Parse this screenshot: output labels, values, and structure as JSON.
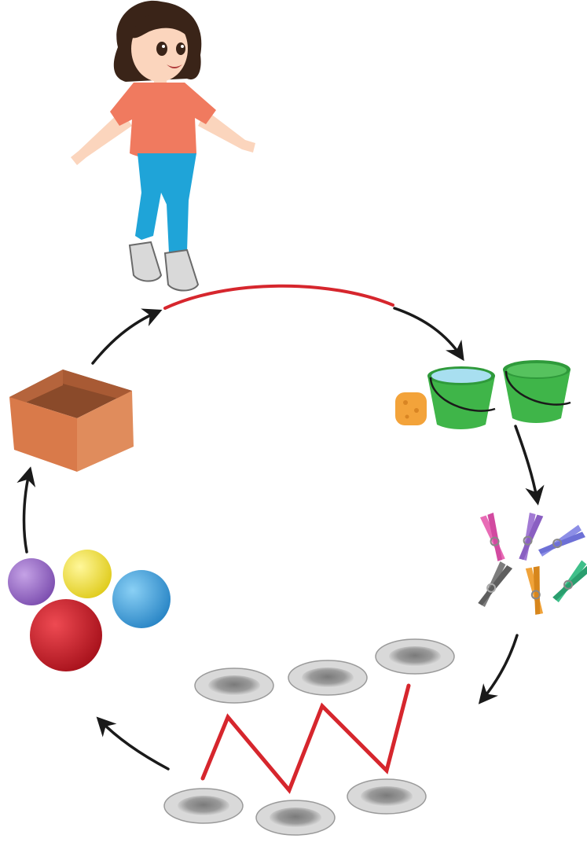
{
  "diagram": {
    "kind": "activity-circuit",
    "stations": [
      {
        "id": "start",
        "icon": "girl-icon"
      },
      {
        "id": "buckets",
        "icon": "water-bucket-icon"
      },
      {
        "id": "clothespins",
        "icon": "clothespin-icon"
      },
      {
        "id": "plates",
        "icon": "plate-icon"
      },
      {
        "id": "balls",
        "icon": "ball-icon"
      },
      {
        "id": "box",
        "icon": "box-icon"
      }
    ]
  },
  "colors": {
    "path_red": "#d6262d",
    "arrow_black": "#1a1a1a",
    "bucket_green": "#3fb549",
    "box_orange": "#d97a4a",
    "ball_purple": "#9a6cc4",
    "ball_yellow": "#f2e33c",
    "ball_blue": "#3f9ed9",
    "ball_red": "#cf1f2a",
    "sponge_orange": "#f3a33a",
    "shirt_coral": "#f07a5f",
    "jeans_blue": "#1fa4d8"
  }
}
